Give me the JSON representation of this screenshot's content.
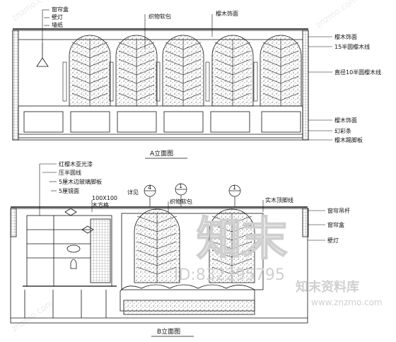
{
  "elevation_a": {
    "title": "A立面图",
    "labels_left": [
      "窗帘盒",
      "壁灯",
      "墙纸"
    ],
    "labels_top": [
      "织物软包",
      "樱木饰面"
    ],
    "labels_right_top": [
      "樱木饰面",
      "15半圆樱木线",
      "直径10半圆樱木线"
    ],
    "labels_right_bottom": [
      "樱木饰面",
      "幻彩条",
      "樱木踢脚板"
    ]
  },
  "elevation_b": {
    "title": "B立面图",
    "labels_left": [
      "红樱木亚光漆",
      "压半圆线",
      "5厘木边玻璃脚板",
      "5厘镜面"
    ],
    "labels_small": [
      "100X100",
      "木方格"
    ],
    "detail_label": "详见",
    "detail_markers": [
      "4",
      "1",
      "1"
    ],
    "labels_top": [
      "织物软包",
      "实木顶脚线"
    ],
    "labels_right": [
      "窗帘吊杆",
      "窗帘盒",
      "壁灯"
    ]
  },
  "watermark": {
    "logo": "知末",
    "id_text": "ID:832295795",
    "site": "知末资料库",
    "url": "www.znzmo.com",
    "diagonal": "znzmo.com"
  }
}
